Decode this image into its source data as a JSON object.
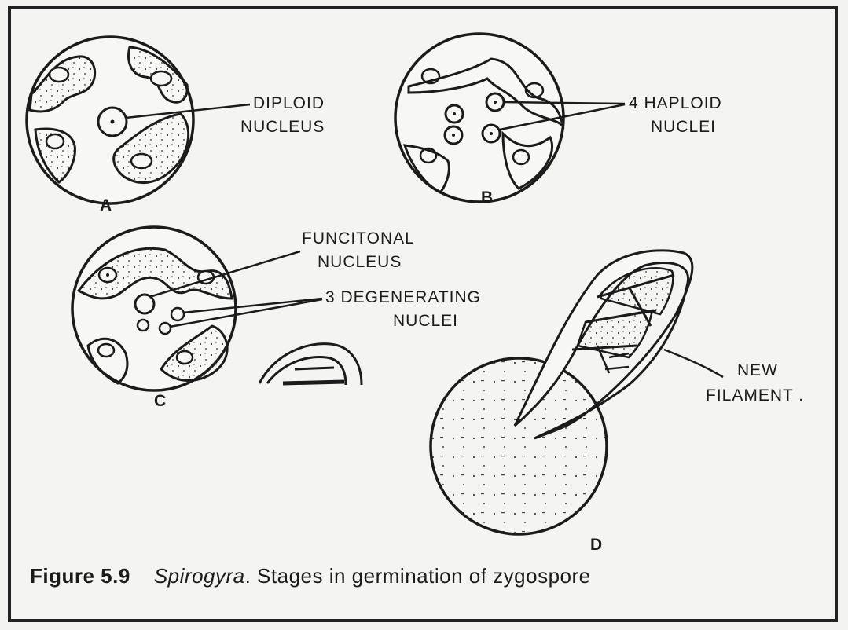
{
  "stages": {
    "a": {
      "letter": "A",
      "label_line1": "DIPLOID",
      "label_line2": "NUCLEUS"
    },
    "b": {
      "letter": "B",
      "label_line1": "4 HAPLOID",
      "label_line2": "NUCLEI"
    },
    "c": {
      "letter": "C",
      "functional_line1": "FUNCITONAL",
      "functional_line2": "NUCLEUS",
      "degenerating_line1": "3 DEGENERATING",
      "degenerating_line2": "NUCLEI"
    },
    "d": {
      "letter": "D",
      "label_line1": "NEW",
      "label_line2": "FILAMENT ."
    }
  },
  "caption": {
    "figure_number": "Figure 5.9",
    "genus": "Spirogyra",
    "text": ". Stages in germination of zygospore"
  }
}
